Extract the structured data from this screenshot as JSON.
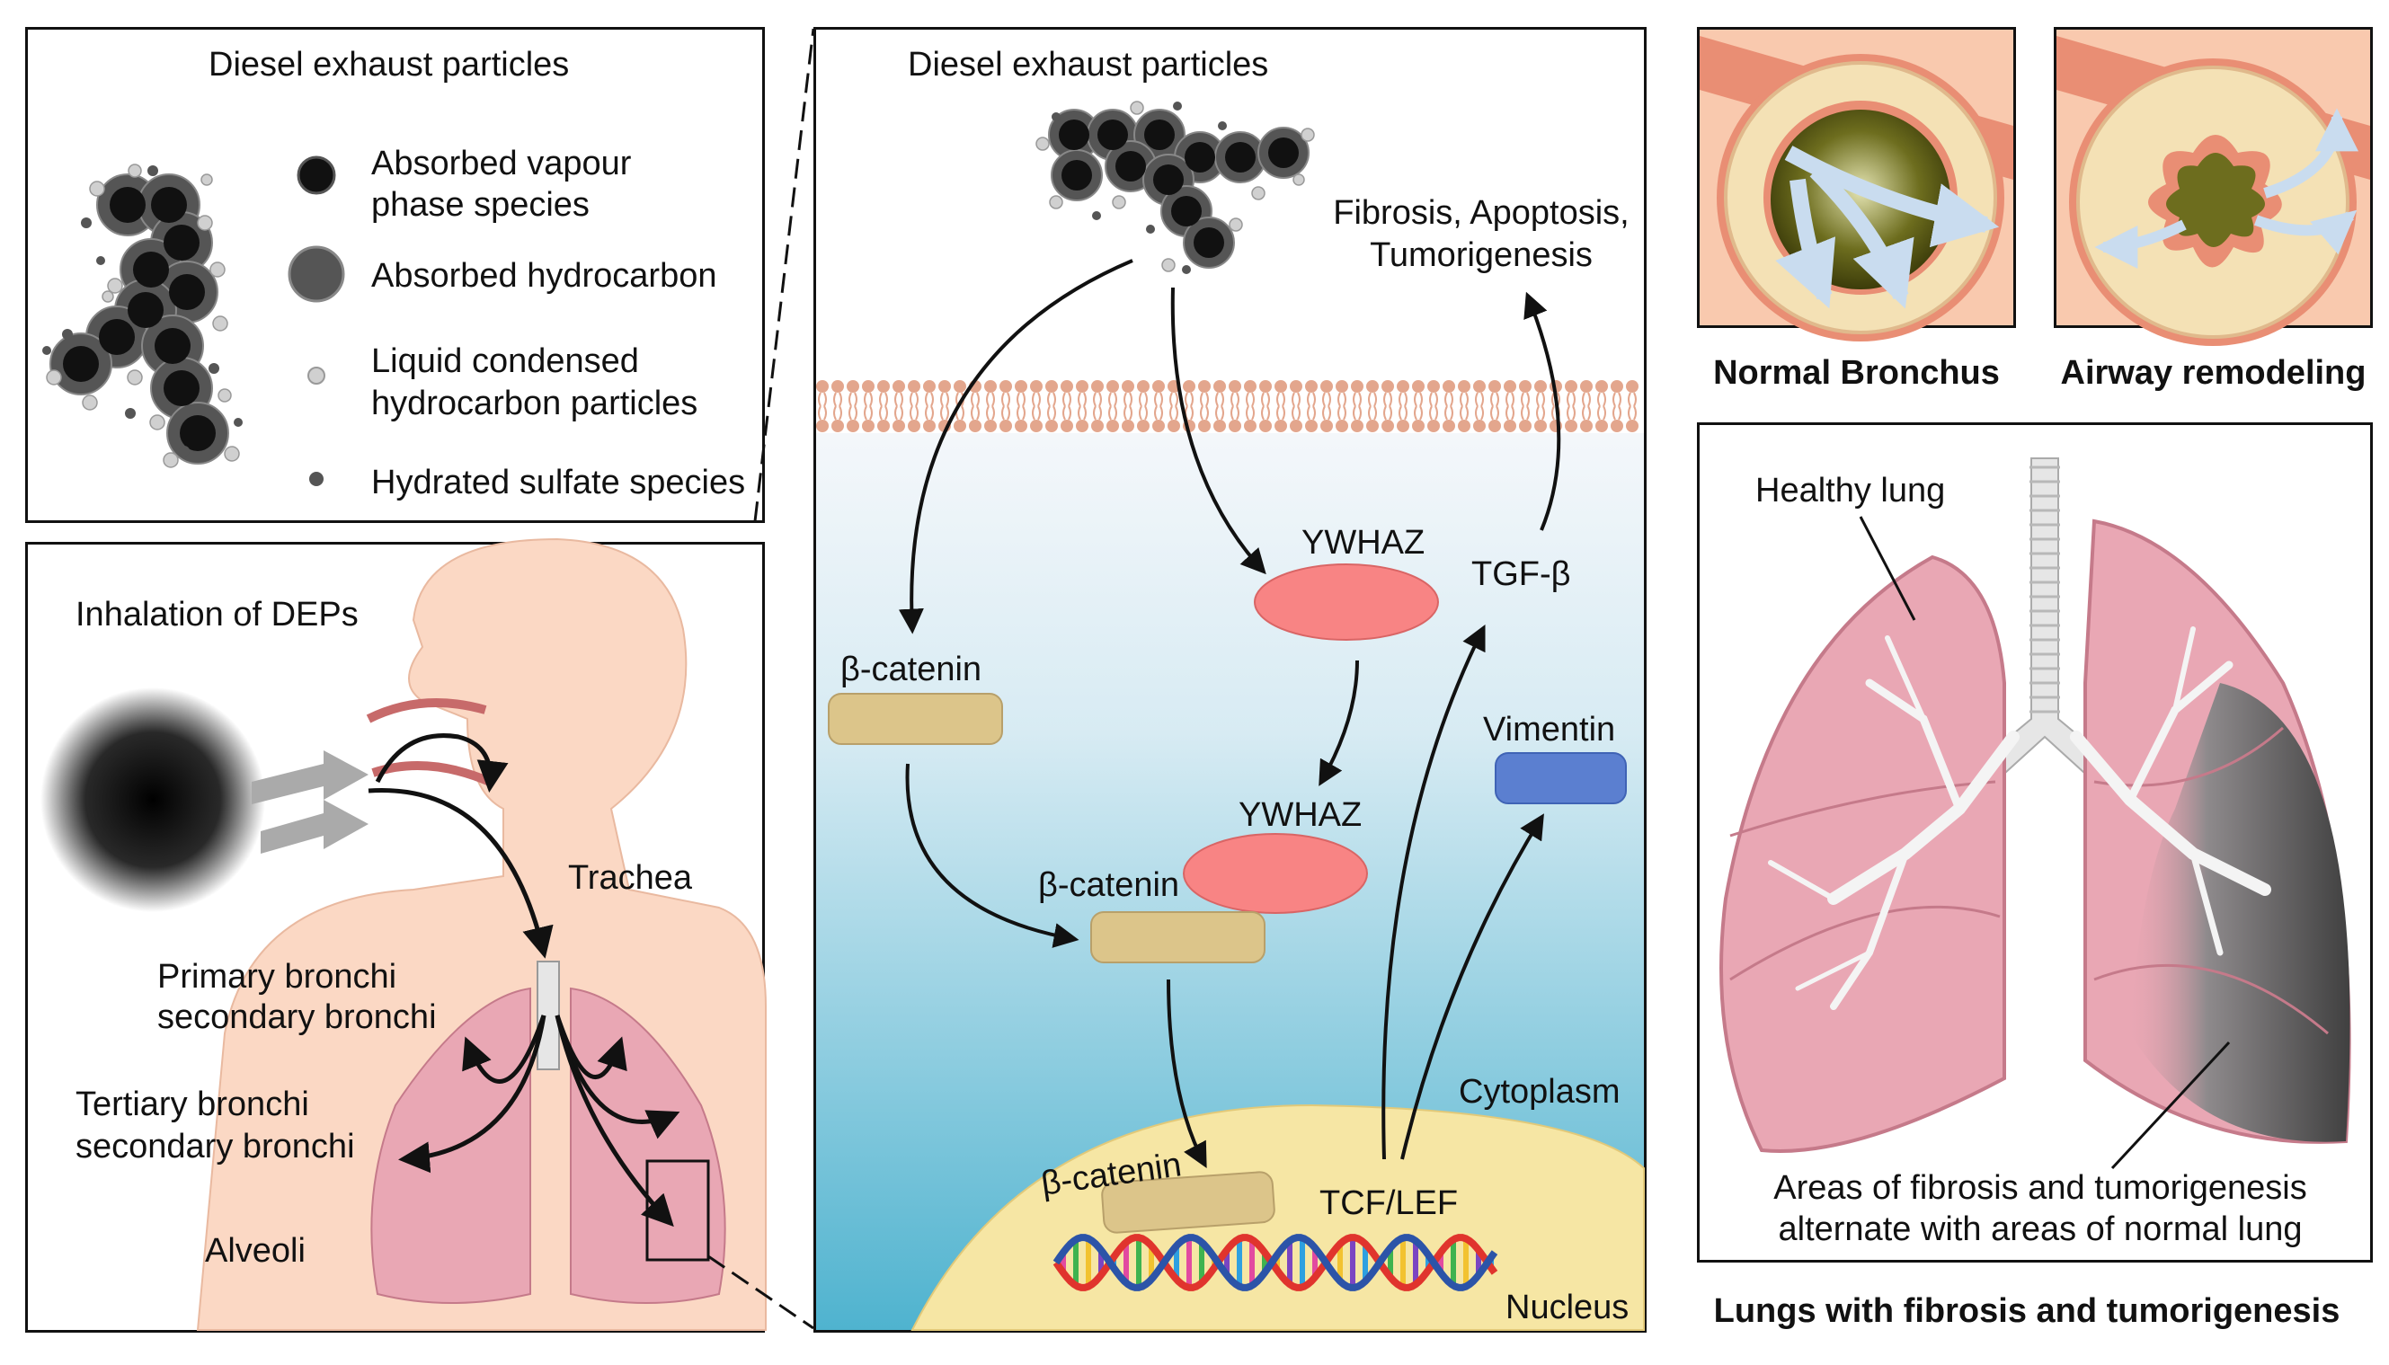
{
  "legend": {
    "title": "Diesel exhaust particles",
    "items": [
      {
        "line1": "Absorbed vapour",
        "line2": "phase species"
      },
      {
        "line1": "Absorbed hydrocarbon",
        "line2": ""
      },
      {
        "line1": "Liquid condensed",
        "line2": "hydrocarbon particles"
      },
      {
        "line1": "Hydrated sulfate species",
        "line2": ""
      }
    ]
  },
  "inhalation": {
    "title": "Inhalation of DEPs",
    "trachea": "Trachea",
    "primary_1": "Primary bronchi",
    "primary_2": "secondary bronchi",
    "tertiary_1": "Tertiary bronchi",
    "tertiary_2": "secondary bronchi",
    "alveoli": "Alveoli"
  },
  "pathway": {
    "title": "Diesel exhaust particles",
    "outcome_1": "Fibrosis, Apoptosis,",
    "outcome_2": "Tumorigenesis",
    "ywhaz_top": "YWHAZ",
    "ywhaz_mid": "YWHAZ",
    "tgfb": "TGF-β",
    "beta_catenin_1": "β-catenin",
    "beta_catenin_2": "β-catenin",
    "beta_catenin_3": "β-catenin",
    "vimentin": "Vimentin",
    "cytoplasm": "Cytoplasm",
    "tcf_lef": "TCF/LEF",
    "nucleus": "Nucleus"
  },
  "bronchus": {
    "normal": "Normal Bronchus",
    "remodeling": "Airway remodeling"
  },
  "lungs": {
    "healthy": "Healthy lung",
    "areas_1": "Areas of fibrosis and tumorigenesis",
    "areas_2": "alternate with areas of normal lung",
    "caption": "Lungs with fibrosis and tumorigenesis"
  },
  "colors": {
    "ywhaz": "#f88484",
    "beta_catenin": "#dcc58a",
    "vimentin": "#5b7fd0",
    "cytoplasm_top": "#f6f8fb",
    "cytoplasm_bottom": "#5fb8d2",
    "nucleus": "#f6e6a4",
    "lung": "#e9a7b4",
    "skin": "#fbd8c4"
  }
}
